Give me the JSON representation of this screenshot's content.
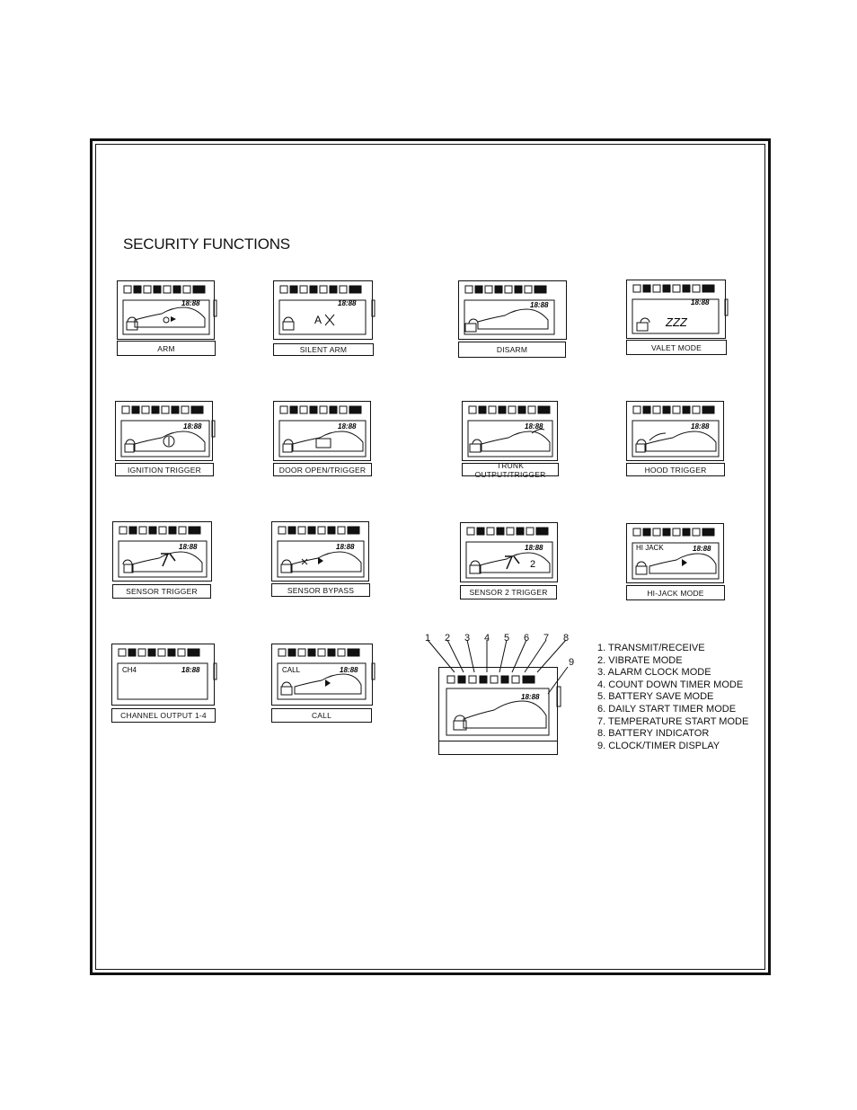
{
  "title": "SECURITY FUNCTIONS",
  "panels": [
    {
      "label": "ARM"
    },
    {
      "label": "SILENT ARM",
      "overlay": "A"
    },
    {
      "label": "DISARM"
    },
    {
      "label": "VALET MODE",
      "overlay": "ZZZ"
    },
    {
      "label": "IGNITION TRIGGER"
    },
    {
      "label": "DOOR OPEN/TRIGGER"
    },
    {
      "label": "TRUNK OUTPUT/TRIGGER"
    },
    {
      "label": "HOOD TRIGGER"
    },
    {
      "label": "SENSOR TRIGGER"
    },
    {
      "label": "SENSOR BYPASS"
    },
    {
      "label": "SENSOR 2 TRIGGER",
      "overlay": "2"
    },
    {
      "label": "HI-JACK MODE",
      "screen_text": "HI JACK"
    },
    {
      "label": "CHANNEL OUTPUT 1-4",
      "screen_text": "CH4"
    },
    {
      "label": "CALL",
      "screen_text": "CALL"
    }
  ],
  "clock_display": "18:88",
  "diagram_numbers": [
    "1",
    "2",
    "3",
    "4",
    "5",
    "6",
    "7",
    "8",
    "9"
  ],
  "legend": [
    "1. TRANSMIT/RECEIVE",
    "2. VIBRATE MODE",
    "3. ALARM CLOCK MODE",
    "4. COUNT DOWN TIMER MODE",
    "5. BATTERY SAVE MODE",
    "6. DAILY START TIMER MODE",
    "7. TEMPERATURE START MODE",
    "8. BATTERY INDICATOR",
    "9. CLOCK/TIMER DISPLAY"
  ]
}
